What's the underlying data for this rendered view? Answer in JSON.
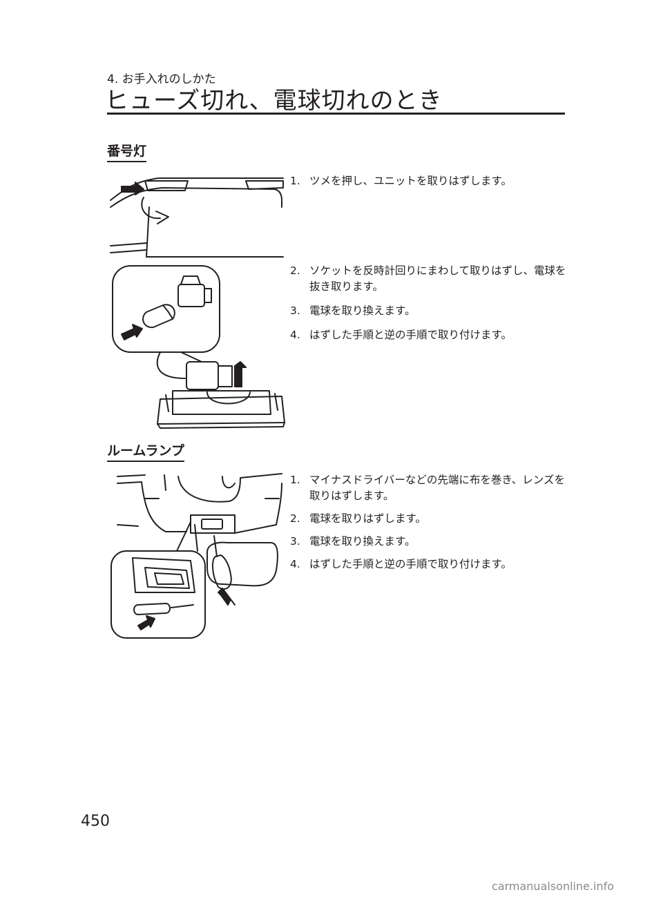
{
  "header": {
    "chapter": "4. お手入れのしかた",
    "title": "ヒューズ切れ、電球切れのとき"
  },
  "sections": [
    {
      "heading": "番号灯",
      "steps": [
        {
          "num": "1.",
          "text": "ツメを押し、ユニットを取りはずします。"
        },
        {
          "num": "2.",
          "text": "ソケットを反時計回りにまわして取りはずし、電球を抜き取ります。"
        },
        {
          "num": "3.",
          "text": "電球を取り換えます。"
        },
        {
          "num": "4.",
          "text": "はずした手順と逆の手順で取り付けます。"
        }
      ]
    },
    {
      "heading": "ルームランプ",
      "steps": [
        {
          "num": "1.",
          "text": "マイナスドライバーなどの先端に布を巻き、レンズを取りはずします。"
        },
        {
          "num": "2.",
          "text": "電球を取りはずします。"
        },
        {
          "num": "3.",
          "text": "電球を取り換えます。"
        },
        {
          "num": "4.",
          "text": "はずした手順と逆の手順で取り付けます。"
        }
      ]
    }
  ],
  "page_number": "450",
  "watermark": "carmanualsonline.info"
}
